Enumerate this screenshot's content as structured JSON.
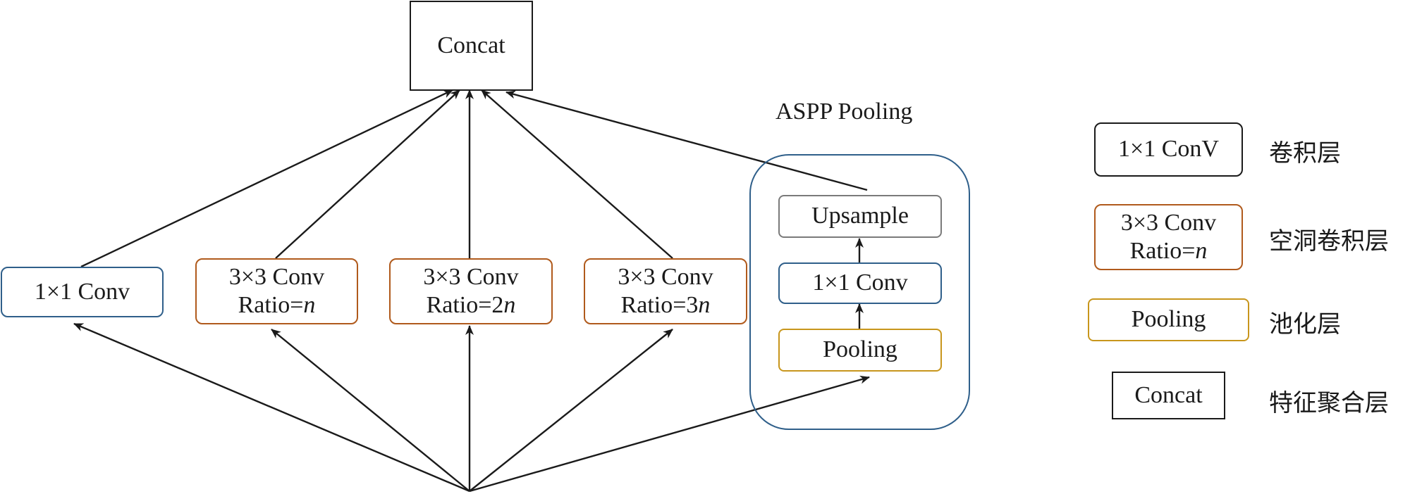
{
  "concat": {
    "label": "Concat"
  },
  "branches": [
    {
      "line1": "1×1 Conv",
      "line2": "",
      "italic": ""
    },
    {
      "line1": "3×3 Conv",
      "line2": "Ratio=",
      "italic": "n"
    },
    {
      "line1": "3×3 Conv",
      "line2": "Ratio=2",
      "italic": "n"
    },
    {
      "line1": "3×3 Conv",
      "line2": "Ratio=3",
      "italic": "n"
    }
  ],
  "aspp": {
    "title": "ASPP Pooling",
    "upsample": "Upsample",
    "conv": "1×1 Conv",
    "pooling": "Pooling"
  },
  "legend": [
    {
      "box": "1×1 ConV",
      "desc": "卷积层"
    },
    {
      "box_line1": "3×3 Conv",
      "box_line2": "Ratio=",
      "box_italic": "n",
      "desc": "空洞卷积层"
    },
    {
      "box": "Pooling",
      "desc": "池化层"
    },
    {
      "box": "Concat",
      "desc": "特征聚合层"
    }
  ],
  "colors": {
    "conv_border": "#2f5f8a",
    "atrous_border": "#b05a1c",
    "pooling_border": "#c8961c",
    "upsample_border": "#7a7a7a",
    "concat_border": "#1a1a1a",
    "arrow": "#1a1a1a"
  }
}
